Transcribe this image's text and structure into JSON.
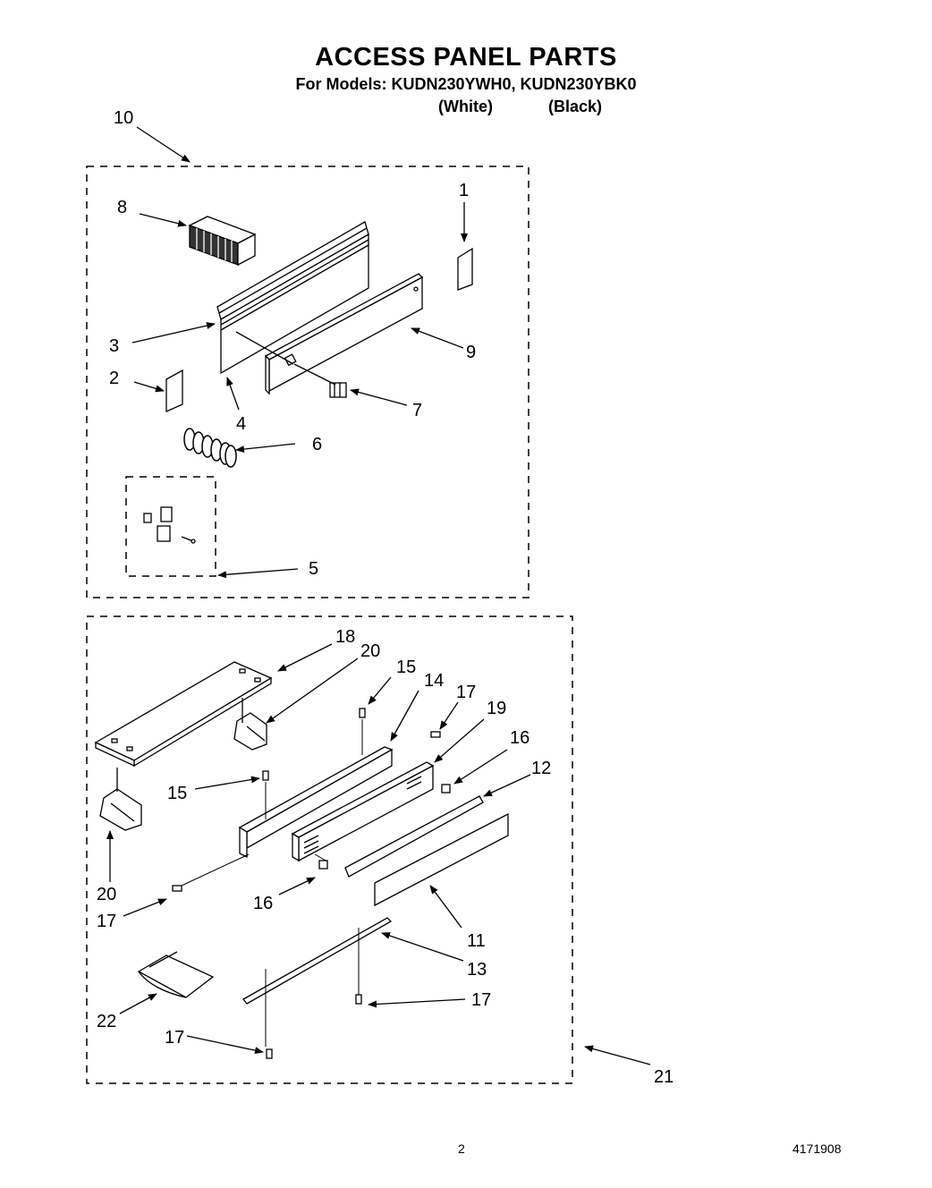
{
  "header": {
    "title": "ACCESS PANEL PARTS",
    "subtitle": "For Models: KUDN230YWH0, KUDN230YBK0",
    "variant_white": "(White)",
    "variant_black": "(Black)"
  },
  "callouts": {
    "c10": "10",
    "c8": "8",
    "c1": "1",
    "c3": "3",
    "c9": "9",
    "c2": "2",
    "c7": "7",
    "c4": "4",
    "c6": "6",
    "c5": "5",
    "c18": "18",
    "c20a": "20",
    "c15a": "15",
    "c14": "14",
    "c17a": "17",
    "c19": "19",
    "c16a": "16",
    "c12": "12",
    "c15b": "15",
    "c20b": "20",
    "c16b": "16",
    "c17b": "17",
    "c11": "11",
    "c13": "13",
    "c17c": "17",
    "c22": "22",
    "c17d": "17",
    "c21": "21"
  },
  "footer": {
    "page_number": "2",
    "doc_number": "4171908"
  }
}
